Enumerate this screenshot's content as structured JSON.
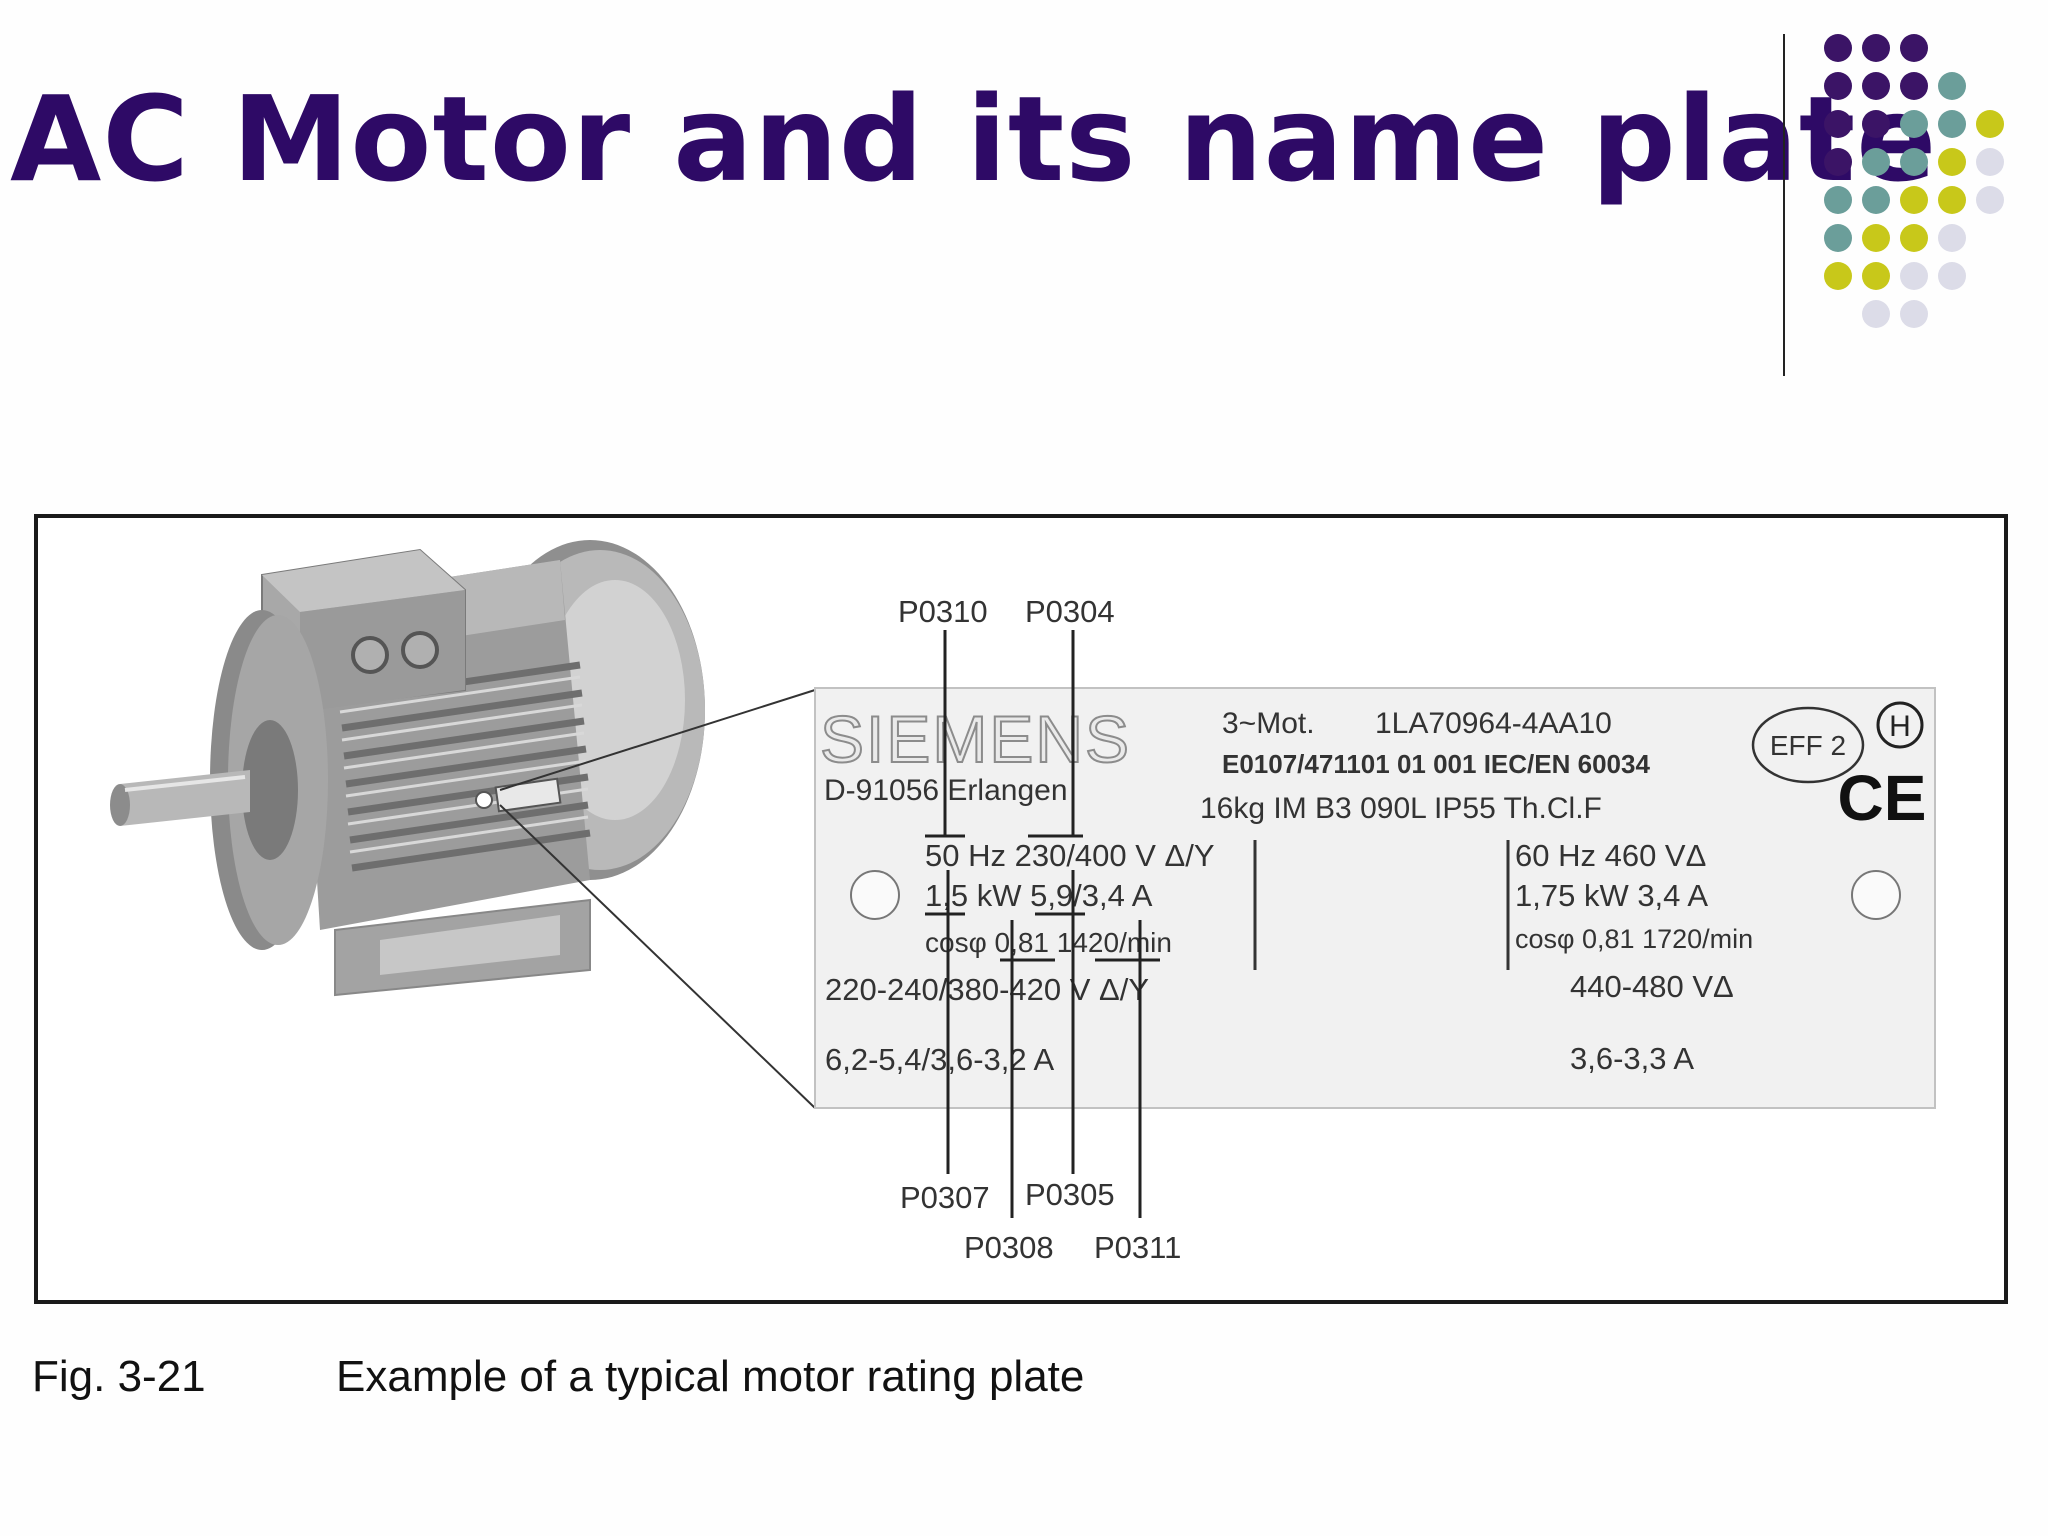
{
  "title": "AC Motor and its name plate",
  "decoration": {
    "dot_colors": [
      "#3b1466",
      "#6b9e9a",
      "#c8c81a",
      "#dcdce8"
    ],
    "rows": [
      [
        0,
        0,
        0
      ],
      [
        0,
        0,
        0,
        1
      ],
      [
        0,
        0,
        1,
        1,
        2
      ],
      [
        0,
        1,
        1,
        2,
        3
      ],
      [
        1,
        1,
        2,
        2,
        3
      ],
      [
        1,
        2,
        2,
        3
      ],
      [
        2,
        2,
        3,
        3
      ],
      [
        3,
        3
      ]
    ]
  },
  "figure": {
    "caption_number": "Fig. 3-21",
    "caption_text": "Example of a typical motor rating plate",
    "nameplate": {
      "brand": "SIEMENS",
      "location": "D-91056 Erlangen",
      "motor_type": "3~Mot.",
      "order_number": "1LA70964-4AA10",
      "serial_line": "E0107/471101  01 001 IEC/EN 60034",
      "specs_line": "16kg   IM B3   090L   IP55  Th.Cl.F",
      "eff_label": "EFF 2",
      "h_mark": "H",
      "ce_mark": "CE",
      "rating_50hz": {
        "line1": "50 Hz 230/400 V Δ/Y",
        "line2": "1,5 kW 5,9/3,4 A",
        "line3": "cosφ 0,81   1420/min",
        "line4": "220-240/380-420 V Δ/Y",
        "line5": "6,2-5,4/3,6-3,2 A"
      },
      "rating_60hz": {
        "line1": "60 Hz  460 VΔ",
        "line2": "1,75 kW  3,4 A",
        "line3": "cosφ 0,81   1720/min",
        "line4": "440-480 VΔ",
        "line5": "3,6-3,3 A"
      }
    },
    "parameters": {
      "top": [
        "P0310",
        "P0304"
      ],
      "bottom_upper": [
        "P0307",
        "P0305"
      ],
      "bottom_lower": [
        "P0308",
        "P0311"
      ]
    }
  }
}
